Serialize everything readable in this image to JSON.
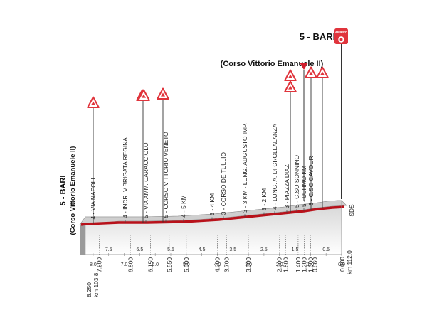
{
  "finish": {
    "title": "5 - BARI",
    "subtitle": "(Corso Vittorio Emanuele II)",
    "arrivo_label": "ARRIVO"
  },
  "start": {
    "title": "5 - BARI",
    "subtitle": "(Corso Vittorio Emanuele II)",
    "km_label": "km 103.8",
    "remaining": "8.250"
  },
  "end_km": {
    "remaining": "0.000",
    "km_label": "km 112.0"
  },
  "road_label": "SDS",
  "points": [
    {
      "label": "4 - VIA NAPOLI",
      "remaining": "7.800"
    },
    {
      "label": "4 - INCR. V.BRIGATA REGINA",
      "remaining": "6.800"
    },
    {
      "label": "5 - VIA AMM. CARACCIOLO",
      "remaining": "6.150"
    },
    {
      "label": "5 - CORSO VITTORIO VENETO",
      "remaining": "5.550"
    },
    {
      "label": "4 - 5 KM",
      "remaining": "5.000"
    },
    {
      "label": "3 - 4 KM",
      "remaining": "4.000"
    },
    {
      "label": "3 - CORSO DE TULLIO",
      "remaining": "3.700"
    },
    {
      "label": "3 - 3 KM - LUNG. AUGUSTO IMP.",
      "remaining": "3.000"
    },
    {
      "label": "3 - 2 KM",
      "remaining": "2.000"
    },
    {
      "label": "4 - LUNG. A. DI CROLLALANZA",
      "remaining": "1.800"
    },
    {
      "label": "3 - PIAZZA DIAZ",
      "remaining": "1.400"
    },
    {
      "label": "5 - C.SO SONNINO",
      "remaining": "1.200"
    },
    {
      "label": "5 - ULTIMO KM",
      "remaining": "1.000"
    },
    {
      "label": "6 - C.SO CAVOUR",
      "remaining": "0.860"
    }
  ],
  "half_km_ticks": [
    "8.0",
    "7.5",
    "7.0",
    "6.5",
    "6.0",
    "5.5",
    "5.0",
    "4.5",
    "4.0",
    "3.5",
    "3.0",
    "2.5",
    "2.0",
    "1.5",
    "1.0",
    "0.5",
    "0.0"
  ]
}
